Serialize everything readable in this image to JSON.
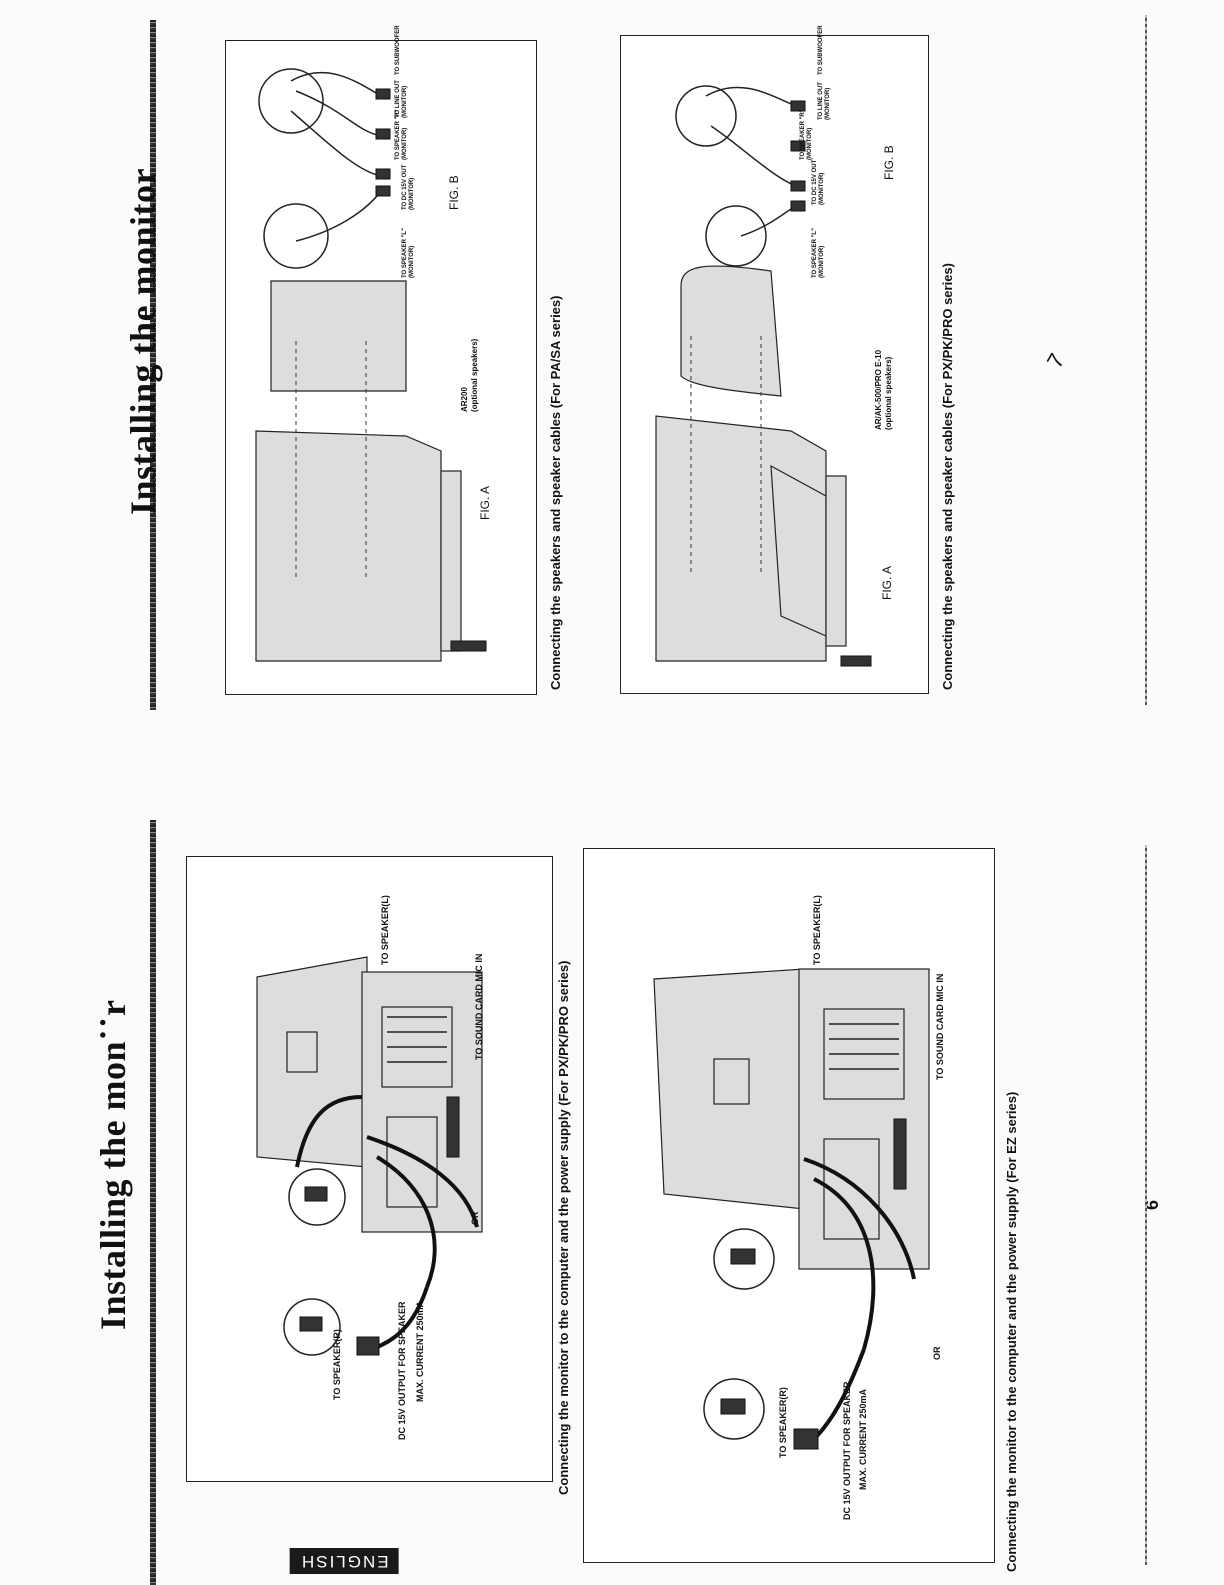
{
  "left_page": {
    "title": "Installing the mon˙˙r",
    "top_diagram": {
      "caption": "Connecting   the monitor to the computer and the power supply (For PX/PK/PRO series)",
      "labels": {
        "to_speaker_r": "TO SPEAKER(R)",
        "dc_output": "DC 15V OUTPUT FOR SPEAKER",
        "max_current": "MAX. CURRENT 250mA",
        "or": "OR",
        "to_speaker_l": "TO SPEAKER(L)",
        "to_sound_card": "TO SOUND CARD MIC IN"
      }
    },
    "bottom_diagram": {
      "caption": "Connecting   the monitor to the computer and the power supply (For EZ series)",
      "labels": {
        "to_speaker_r": "TO SPEAKER(R)",
        "dc_output": "DC 15V OUTPUT FOR SPEAKER",
        "max_current": "MAX. CURRENT 250mA",
        "or": "OR",
        "to_speaker_l": "TO SPEAKER(L)",
        "to_sound_card": "TO SOUND CARD MIC IN"
      }
    },
    "page_number": "6",
    "tab_label": "ENGLISH"
  },
  "right_page": {
    "title": "Installing the monitor",
    "top_diagram": {
      "caption": "Connecting the speakers and speaker cables (For PA/SA series)",
      "fig_a": "FIG. A",
      "fig_b": "FIG. B",
      "speaker_model": "AR200",
      "speaker_optional": "(optional speakers)",
      "plug_labels": {
        "l_line1": "TO SPEAKER \"L\"",
        "l_line2": "(MONITOR)",
        "dc_line1": "TO DC 15V OUT",
        "dc_line2": "(MONITOR)",
        "r_line1": "TO SPEAKER \"R\"",
        "r_line2": "(MONITOR)",
        "line_line1": "TO LINE OUT",
        "line_line2": "(MONITOR)",
        "sub_line1": "TO SUBWOOFER"
      }
    },
    "bottom_diagram": {
      "caption": "Connecting the speakers and speaker cables (For PX/PK/PRO series)",
      "fig_a": "FIG. A",
      "fig_b": "FIG. B",
      "speaker_model": "AR/AK-500/PRO E-10",
      "speaker_optional": "(optional speakers)",
      "plug_labels": {
        "l_line1": "TO SPEAKER \"L\"",
        "l_line2": "(MONITOR)",
        "dc_line1": "TO DC 15V OUT",
        "dc_line2": "(MONITOR)",
        "r_line1": "TO SPEAKER \"R\"",
        "r_line2": "(MONITOR)",
        "line_line1": "TO LINE OUT",
        "line_line2": "(MONITOR)",
        "sub_line1": "TO SUBWOOFER"
      }
    },
    "page_number": "7"
  }
}
